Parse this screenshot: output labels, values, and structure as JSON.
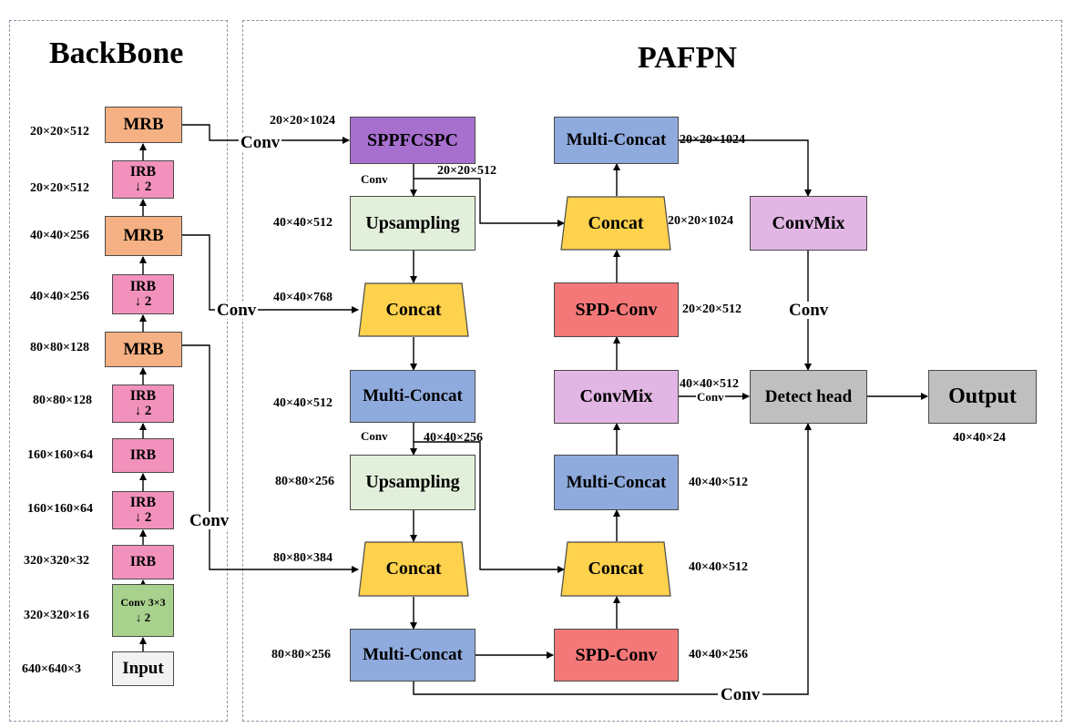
{
  "backbone": {
    "title": "BackBone",
    "nodes": {
      "input": "Input",
      "conv3": "Conv 3×3",
      "conv3_down": "↓ 2",
      "irb1": "IRB",
      "irb2": "IRB",
      "irb2_down": "↓ 2",
      "irb3": "IRB",
      "irb4": "IRB",
      "irb4_down": "↓ 2",
      "mrb1": "MRB",
      "irb5": "IRB",
      "irb5_down": "↓ 2",
      "mrb2": "MRB",
      "irb6": "IRB",
      "irb6_down": "↓ 2",
      "mrb3": "MRB"
    },
    "dims": {
      "input": "640×640×3",
      "conv3": "320×320×16",
      "irb1": "320×320×32",
      "irb2": "160×160×64",
      "irb3": "160×160×64",
      "irb4": "80×80×128",
      "mrb1": "80×80×128",
      "irb5": "40×40×256",
      "mrb2": "40×40×256",
      "irb6": "20×20×512",
      "mrb3": "20×20×512"
    }
  },
  "pafpn": {
    "title": "PAFPN",
    "nodes": {
      "sppf": "SPPFCSPC",
      "ups1": "Upsampling",
      "concat1": "Concat",
      "mc1": "Multi-Concat",
      "ups2": "Upsampling",
      "concat2": "Concat",
      "mc2": "Multi-Concat",
      "spd1": "SPD-Conv",
      "concat3": "Concat",
      "mc3": "Multi-Concat",
      "convmix1": "ConvMix",
      "spd2": "SPD-Conv",
      "concat4": "Concat",
      "mc4": "Multi-Concat",
      "convmix2": "ConvMix",
      "detect": "Detect head",
      "output": "Output"
    },
    "labels": {
      "d_sppf_in": "20×20×1024",
      "d_sppf_out": "20×20×512",
      "d_ups1": "40×40×512",
      "d_concat1": "40×40×768",
      "d_mc1": "40×40×512",
      "d_mc1_out": "40×40×256",
      "d_ups2": "80×80×256",
      "d_concat2": "80×80×384",
      "d_mc2": "80×80×256",
      "d_spd1": "40×40×256",
      "d_concat3": "40×40×512",
      "d_mc3": "40×40×512",
      "d_convmix1": "40×40×512",
      "d_spd2": "20×20×512",
      "d_concat4": "20×20×1024",
      "d_mc4": "20×20×1024",
      "d_output": "40×40×24",
      "conv_a": "Conv",
      "conv_b": "Conv",
      "conv_c": "Conv",
      "conv_sppf": "Conv",
      "conv_mc1": "Conv",
      "conv_convmix": "Conv",
      "conv_cm2": "Conv",
      "conv_bottom": "Conv"
    }
  },
  "colors": {
    "mrb": "#f5b183",
    "irb": "#f292bc",
    "conv3x3": "#a9d18e",
    "input": "#f2f2f2",
    "sppf": "#a770cf",
    "upsampling": "#e2efda",
    "concat": "#ffd24d",
    "multi_concat": "#8faadc",
    "spd_conv": "#f57878",
    "convmix": "#e2b6e4",
    "detect": "#bfbfbf",
    "output": "#bfbfbf"
  }
}
